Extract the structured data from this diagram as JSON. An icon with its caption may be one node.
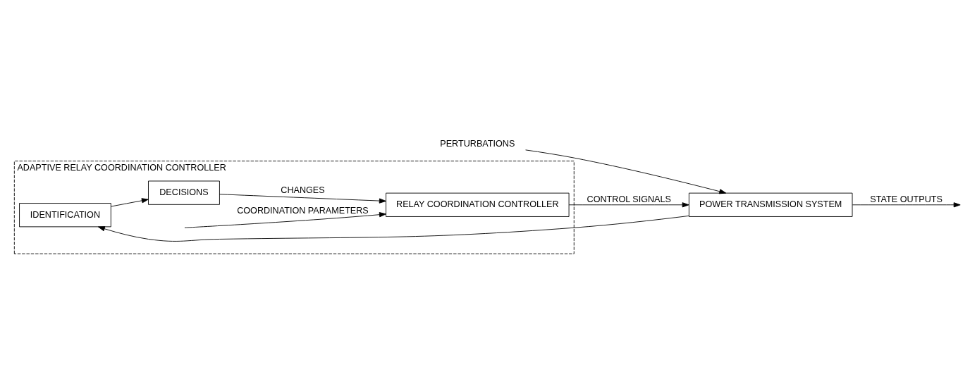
{
  "diagram": {
    "nodes": [
      {
        "text": [
          "ADAPTIVE RELAY COORDINATION CONTROLLER"
        ]
      },
      {
        "text": [
          "RELAY COORDINATION CONTROLLER"
        ],
        "in": 0
      },
      {
        "text": [
          "PERTURBATIONS"
        ]
      },
      {
        "text": [
          "POWER TRANSMISSION SYSTEM"
        ]
      },
      {
        "text": [
          "DECISIONS"
        ],
        "in": 0
      },
      {
        "text": [
          "IDENTIFICATION"
        ],
        "in": 0
      }
    ],
    "edges": [
      {
        "from": null,
        "to": 1,
        "arrow": "to",
        "label": "COORDINATION PARAMETERS"
      },
      {
        "from": 4,
        "to": 1,
        "arrow": "to",
        "label": "CHANGES"
      },
      {
        "from": 1,
        "to": 3,
        "arrow": "to",
        "label": "CONTROL SIGNALS"
      },
      {
        "from": 2,
        "to": 3,
        "arrow": "to"
      },
      {
        "from": 3,
        "to": null,
        "arrow": "to",
        "label": "STATE OUTPUTS"
      },
      {
        "from": 3,
        "to": 5,
        "arrow": "to"
      },
      {
        "from": 5,
        "to": 4,
        "arrow": "to"
      }
    ]
  }
}
